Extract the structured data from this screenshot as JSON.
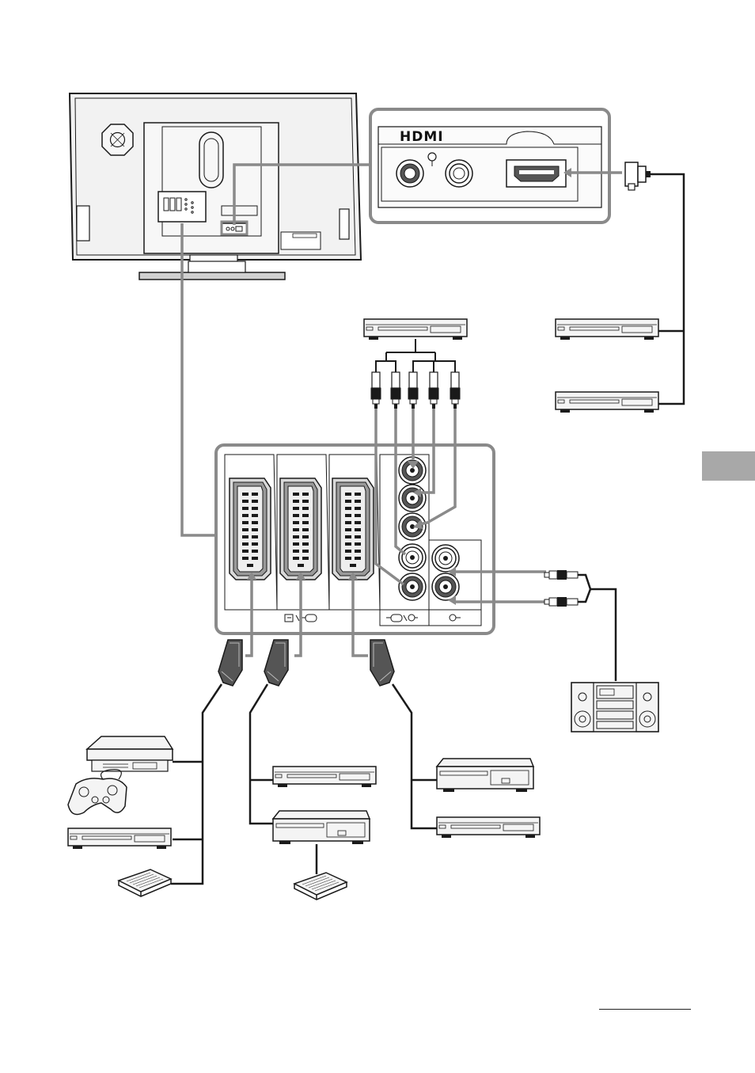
{
  "hdmi_panel": {
    "logo_text": "HDMI"
  },
  "colors": {
    "cable": "#8a8a8a",
    "outline": "#1a1a1a",
    "panel_fill": "#f2f2f2",
    "device_fill": "#f4f4f4",
    "side_tab": "#a8a8a8",
    "jack_dark": "#555555"
  },
  "devices_pictured": [
    "tv-rear",
    "hdmi-panel-inset",
    "connector-panel-inset",
    "dvd-player",
    "game-console",
    "game-controller",
    "decoder",
    "vcr",
    "hifi-system"
  ]
}
